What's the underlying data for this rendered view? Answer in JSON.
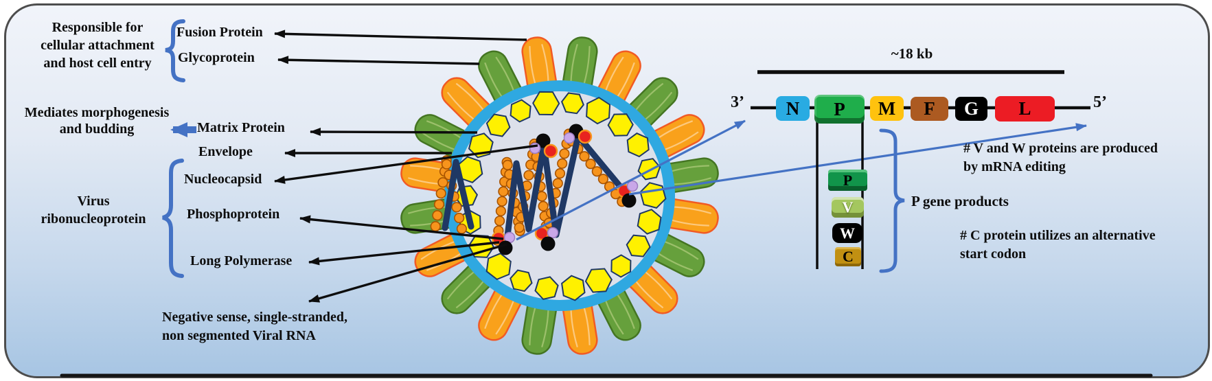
{
  "colors": {
    "accent_blue": "#4472C4",
    "envelope_blue": "#2FA8E1",
    "virus_interior": "#DCE0EA",
    "matrix_yellow": "#FFF100",
    "matrix_outline": "#1F3864",
    "spike_green": "#66A03C",
    "spike_green_outline": "#447522",
    "spike_orange": "#F9A11B",
    "spike_orange_outline": "#F15A24",
    "rna_navy": "#1F3864",
    "bead_orange": "#F7941D",
    "cluster_red": "#E8231F",
    "cluster_lilac": "#C9A7E8",
    "cluster_black": "#0a0a0a",
    "arrow_black": "#0d0d0d"
  },
  "left_panel": {
    "attachment_caption": [
      "Responsible for",
      "cellular attachment",
      "and host cell entry"
    ],
    "fusion_label": "Fusion Protein",
    "glycoprotein_label": "Glycoprotein",
    "morphogenesis_caption": [
      "Mediates morphogenesis",
      "and budding"
    ],
    "matrix_label": "Matrix Protein",
    "envelope_label": "Envelope",
    "rnp_caption": [
      "Virus",
      "ribonucleoprotein"
    ],
    "nucleocapsid_label": "Nucleocapsid",
    "phosphoprotein_label": "Phosphoprotein",
    "polymerase_label": "Long Polymerase",
    "rna_caption": [
      "Negative sense, single-stranded,",
      "non segmented Viral RNA"
    ]
  },
  "genome": {
    "size_label": "~18 kb",
    "end3_label": "3’",
    "end5_label": "5’",
    "genes": [
      {
        "label": "N",
        "color": "#29ABE2",
        "text_color": "#000000"
      },
      {
        "label": "P",
        "color": "#1FAE4B",
        "text_color": "#000000"
      },
      {
        "label": "M",
        "color": "#FFC20E",
        "text_color": "#000000"
      },
      {
        "label": "F",
        "color": "#AC5A21",
        "text_color": "#000000"
      },
      {
        "label": "G",
        "color": "#000000",
        "text_color": "#FFFFFF"
      },
      {
        "label": "L",
        "color": "#EC1C24",
        "text_color": "#000000"
      }
    ],
    "p_gene_products": {
      "bracket_label": "P gene products",
      "products": [
        {
          "label": "P",
          "color": "#11944A",
          "text_color": "#000000"
        },
        {
          "label": "V",
          "color": "#A4C75F",
          "text_color": "#FFFFFF"
        },
        {
          "label": "W",
          "color": "#000000",
          "text_color": "#FFFFFF"
        },
        {
          "label": "C",
          "color": "#C19012",
          "text_color": "#000000"
        }
      ]
    },
    "note_v": [
      "# V and W proteins are produced",
      "by mRNA editing"
    ],
    "note_c": [
      "# C protein utilizes an alternative",
      "start codon"
    ]
  }
}
